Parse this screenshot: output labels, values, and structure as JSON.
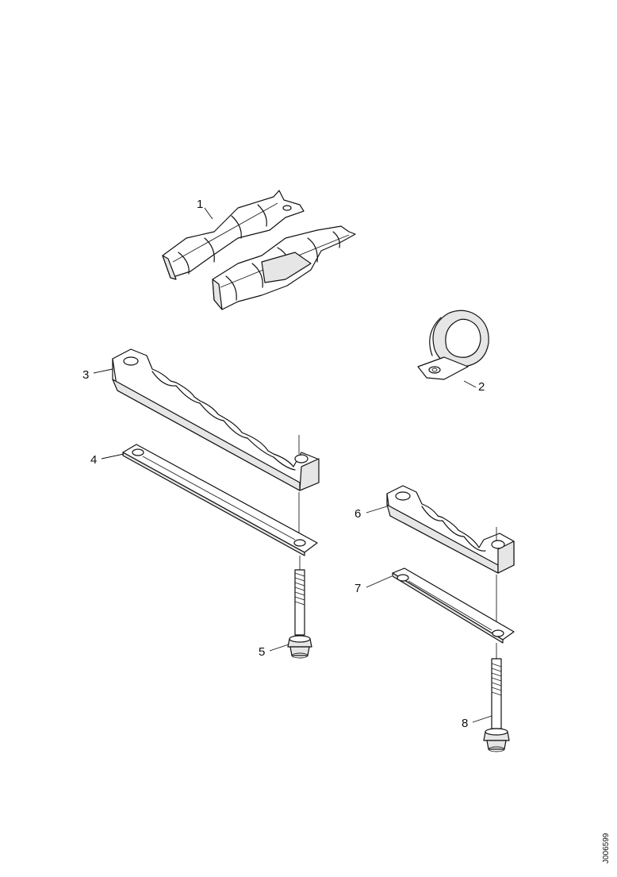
{
  "callouts": [
    {
      "id": "1",
      "label": "1"
    },
    {
      "id": "2",
      "label": "2"
    },
    {
      "id": "3",
      "label": "3"
    },
    {
      "id": "4",
      "label": "4"
    },
    {
      "id": "5",
      "label": "5"
    },
    {
      "id": "6",
      "label": "6"
    },
    {
      "id": "7",
      "label": "7"
    },
    {
      "id": "8",
      "label": "8"
    }
  ],
  "doc_ref": "J006599",
  "colors": {
    "line": "#111111",
    "shade": "#e6e6e6",
    "background": "#ffffff"
  }
}
